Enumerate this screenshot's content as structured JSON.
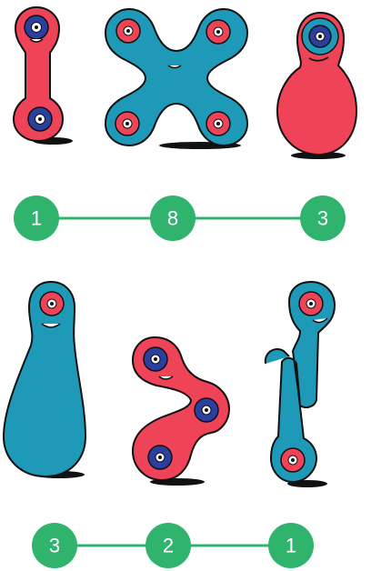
{
  "colors": {
    "background": "#ffffff",
    "red": "#ef4358",
    "teal": "#1e9ab8",
    "navy": "#2b3fa0",
    "green": "#2fb36d",
    "outline": "#111111",
    "shadow": "#111111"
  },
  "rows": [
    {
      "creatures": [
        {
          "icon": "red-two-eyed-dumbbell-creature-icon",
          "eye_count": 2,
          "body_color": "red"
        },
        {
          "icon": "teal-four-eyed-x-creature-icon",
          "eye_count": 4,
          "body_color": "teal"
        },
        {
          "icon": "red-one-eyed-blob-creature-icon",
          "eye_count": 1,
          "body_color": "red"
        }
      ],
      "numbers": [
        "1",
        "8",
        "3"
      ]
    },
    {
      "creatures": [
        {
          "icon": "teal-one-eyed-blob-creature-icon",
          "eye_count": 1,
          "body_color": "teal"
        },
        {
          "icon": "red-three-eyed-curved-creature-icon",
          "eye_count": 3,
          "body_color": "red"
        },
        {
          "icon": "teal-two-eyed-bent-creature-icon",
          "eye_count": 2,
          "body_color": "teal"
        }
      ],
      "numbers": [
        "3",
        "2",
        "1"
      ]
    }
  ]
}
